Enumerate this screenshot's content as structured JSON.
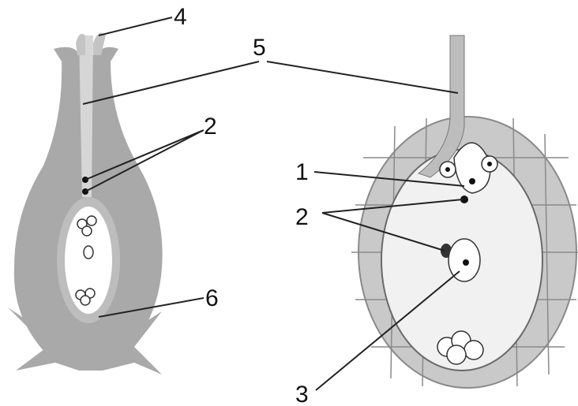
{
  "diagram": {
    "left_labels": {
      "l4": "4",
      "l5": "5",
      "l2": "2",
      "l6": "6"
    },
    "right_labels": {
      "r1": "1",
      "r2": "2",
      "r3": "3"
    },
    "colors": {
      "tissue": "#a9a9a9",
      "cell": "#cfcfcf",
      "line": "#222222"
    }
  }
}
